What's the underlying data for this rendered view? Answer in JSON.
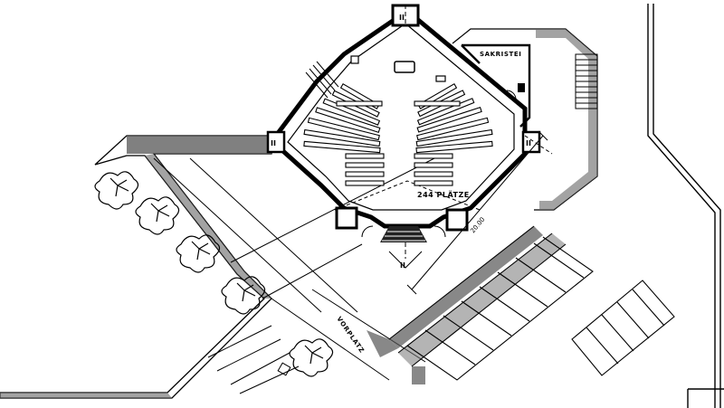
{
  "plan": {
    "sakristei_label": "SAKRISTEI",
    "seats_label": "244 PLÄTZE",
    "forecourt_label": "VORPLATZ",
    "dimension_label": "20.00",
    "section_mark": "II"
  },
  "colors": {
    "ink": "#000000",
    "paper": "#ffffff",
    "hatch": "#444444"
  }
}
